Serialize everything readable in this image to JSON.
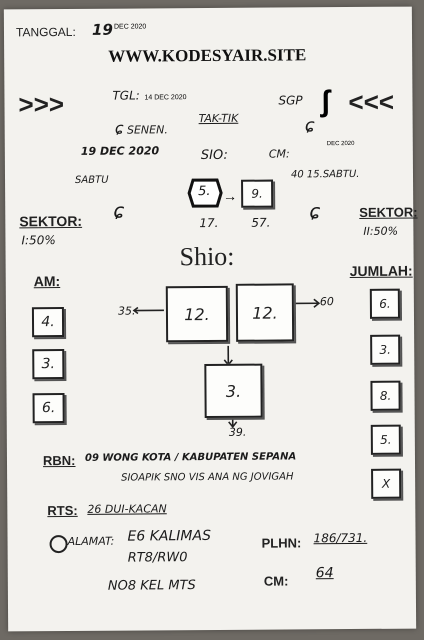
{
  "header": {
    "tanggal_label": "TANGGAL:",
    "tanggal_day": "19",
    "tanggal_month_year": "DEC 2020",
    "site": "WWW.KODESYAIR.SITE"
  },
  "nav": {
    "left_arrows": ">>>",
    "right_arrows": "<<<"
  },
  "center": {
    "tgl_label": "TGL:",
    "tgl_date": "14 DEC 2020",
    "senen": "SENEN.",
    "taktik": "TAK-TIK",
    "sgp": "SGP",
    "sio_label": "SIO:",
    "cm_label": "CM:",
    "cm_date": "DEC 2020",
    "right_date": "40 15.SABTU.",
    "left_date": "19 DEC 2020",
    "sabtu_left": "SABTU",
    "sio_left_num": "5.",
    "sio_right_num": "9.",
    "below_left": "17.",
    "below_right": "57."
  },
  "sektor": {
    "left_label": "SEKTOR:",
    "left_value": "I:50%",
    "right_label": "SEKTOR:",
    "right_value": "II:50%"
  },
  "shio": {
    "title": "Shio:"
  },
  "am": {
    "label": "AM:",
    "values": [
      "4.",
      "3.",
      "6."
    ]
  },
  "jumlah": {
    "label": "JUMLAH:",
    "values": [
      "6.",
      "3.",
      "8.",
      "5.",
      "X"
    ]
  },
  "diagram": {
    "left_num": "35.",
    "right_num": "60",
    "box_left": "12.",
    "box_right": "12.",
    "box_bottom": "3.",
    "bottom_num": "39."
  },
  "rbn": {
    "label": "RBN:",
    "line1": "09 WONG KOTA / KABUPATEN SEPANA",
    "line2": "SIOAPIK SNO VIS ANA NG JOVIGAH"
  },
  "rts": {
    "label": "RTS:",
    "text": "26 DUI-KACAN"
  },
  "alamat": {
    "label": "ALAMAT:",
    "line1": "E6 KALIMAS",
    "line2": "RT8/RW0",
    "line3": "NO8 KEL MTS"
  },
  "plhn": {
    "label": "PLHN:",
    "value": "186/731."
  },
  "cm_bottom": {
    "label": "CM:",
    "value": "64"
  }
}
